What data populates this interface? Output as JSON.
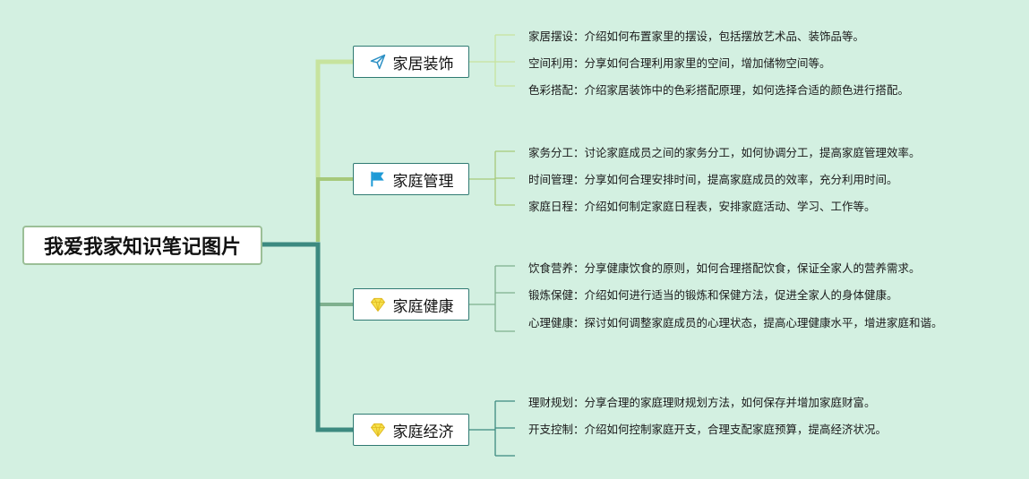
{
  "root": {
    "title": "我爱我家知识笔记图片"
  },
  "branches": [
    {
      "label": "家居装饰",
      "icon": "paper-plane-icon",
      "items": [
        "家居摆设：介绍如何布置家里的摆设，包括摆放艺术品、装饰品等。",
        "空间利用：分享如何合理利用家里的空间，增加储物空间等。",
        "色彩搭配：介绍家居装饰中的色彩搭配原理，如何选择合适的颜色进行搭配。"
      ]
    },
    {
      "label": "家庭管理",
      "icon": "flag-icon",
      "items": [
        "家务分工：讨论家庭成员之间的家务分工，如何协调分工，提高家庭管理效率。",
        "时间管理：分享如何合理安排时间，提高家庭成员的效率，充分利用时间。",
        "家庭日程：介绍如何制定家庭日程表，安排家庭活动、学习、工作等。"
      ]
    },
    {
      "label": "家庭健康",
      "icon": "diamond-icon",
      "items": [
        "饮食营养：分享健康饮食的原则，如何合理搭配饮食，保证全家人的营养需求。",
        "锻炼保健：介绍如何进行适当的锻炼和保健方法，促进全家人的身体健康。",
        "心理健康：探讨如何调整家庭成员的心理状态，提高心理健康水平，增进家庭和谐。"
      ]
    },
    {
      "label": "家庭经济",
      "icon": "diamond-icon",
      "items": [
        "理财规划：分享合理的家庭理财规划方法，如何保存并增加家庭财富。",
        "开支控制：介绍如何控制家庭开支，合理支配家庭预算，提高经济状况。"
      ]
    }
  ],
  "colors": {
    "background": "#d3f0e1",
    "branch_1": "#c7e39e",
    "branch_2": "#a6c97a",
    "branch_3": "#7fb08e",
    "branch_4": "#3c8a80",
    "flag": "#1e9ad6",
    "diamond": "#f0d43a"
  }
}
